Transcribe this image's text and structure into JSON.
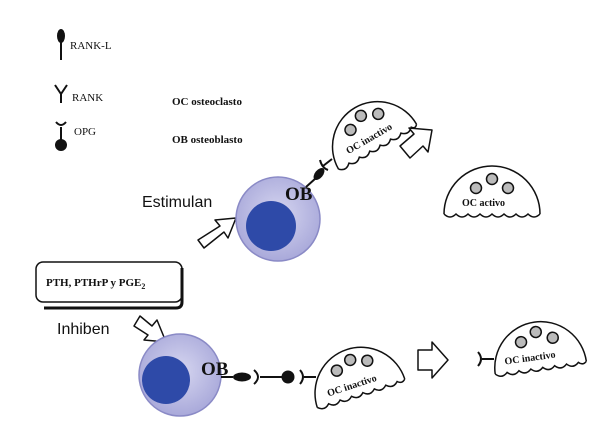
{
  "legend": {
    "rankl": "RANK-L",
    "rank": "RANK",
    "opg": "OPG"
  },
  "key": {
    "oc": "OC osteoclasto",
    "ob": "OB osteoblasto"
  },
  "labels": {
    "stimulate": "Estimulan",
    "inhibit": "Inhiben",
    "hormones": "PTH, PTHrP y PGE",
    "hormones_sub": "2",
    "ob_top": "OB",
    "ob_bottom": "OB",
    "oc_inactive_top": "OC inactivo",
    "oc_active": "OC activo",
    "oc_inactive_bottom": "OC inactivo",
    "oc_inactive_right": "OC inactivo"
  },
  "colors": {
    "cell_outer": "#b8b8e0",
    "cell_nucleus": "#2e4aa8",
    "line": "#111111"
  }
}
